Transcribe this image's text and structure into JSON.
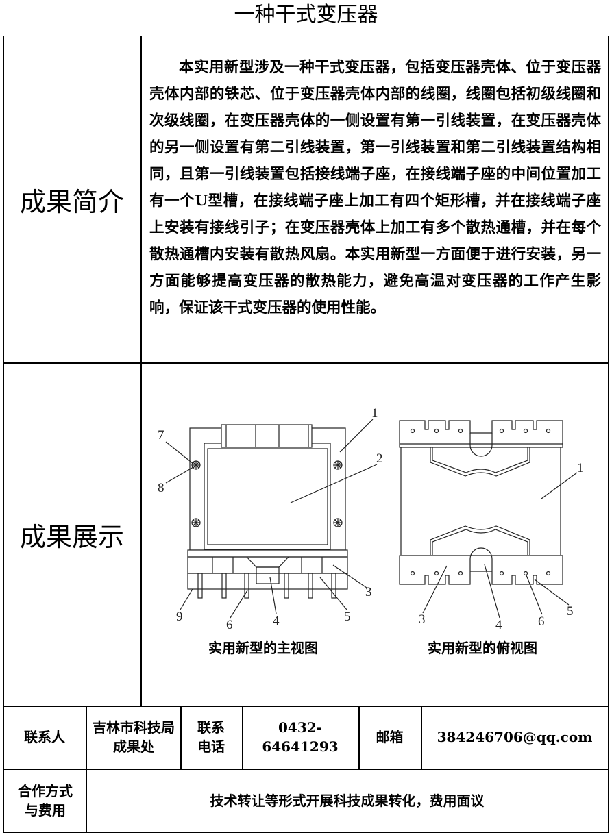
{
  "title": "一种干式变压器",
  "summary": {
    "heading": "成果简介",
    "text": "本实用新型涉及一种干式变压器，包括变压器壳体、位于变压器壳体内部的铁芯、位于变压器壳体内部的线圈，线圈包括初级线圈和次级线圈，在变压器壳体的一侧设置有第一引线装置，在变压器壳体的另一侧设置有第二引线装置，第一引线装置和第二引线装置结构相同，且第一引线装置包括接线端子座，在接线端子座的中间位置加工有一个U型槽，在接线端子座上加工有四个矩形槽，并在接线端子座上安装有接线引子；在变压器壳体上加工有多个散热通槽，并在每个散热通槽内安装有散热风扇。本实用新型一方面便于进行安装，另一方面能够提高变压器的散热能力，避免高温对变压器的工作产生影响，保证该干式变压器的使用性能。"
  },
  "showcase": {
    "heading": "成果展示",
    "front_caption": "实用新型的主视图",
    "top_caption": "实用新型的俯视图",
    "front_labels": [
      "1",
      "2",
      "3",
      "4",
      "5",
      "6",
      "7",
      "8",
      "9"
    ],
    "top_labels": [
      "1",
      "3",
      "4",
      "5",
      "6"
    ]
  },
  "contact": {
    "person_label": "联系人",
    "person": "吉林市科技局成果处",
    "phone_label": "联系电话",
    "phone": "0432-64641293",
    "email_label": "邮箱",
    "email": "384246706@qq.com"
  },
  "cooperation": {
    "label": "合作方式与费用",
    "text": "技术转让等形式开展科技成果转化，费用面议"
  }
}
